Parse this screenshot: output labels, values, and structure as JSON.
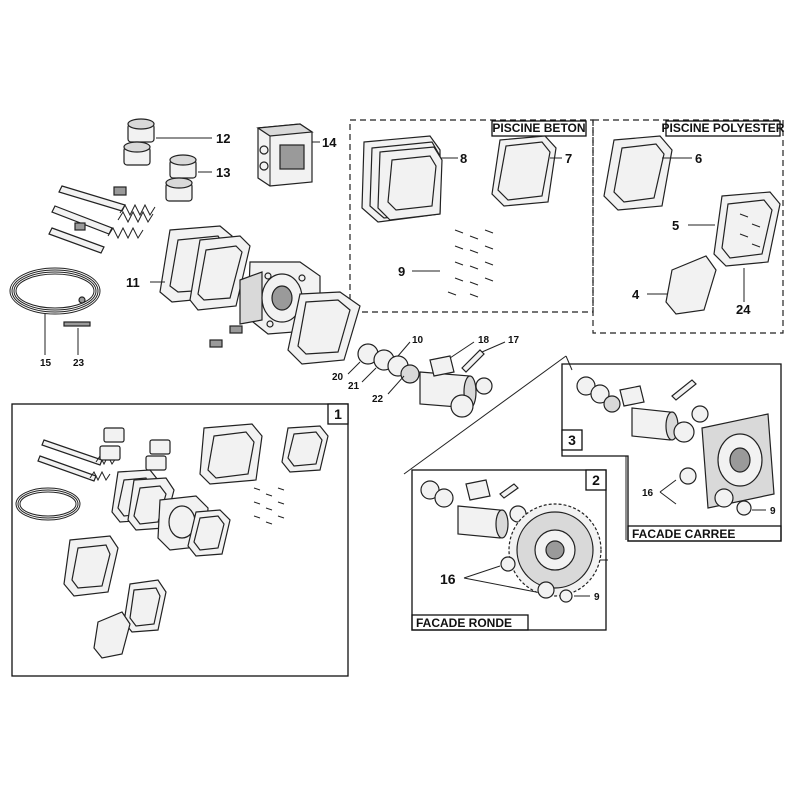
{
  "sections": {
    "beton": "PISCINE BETON",
    "polyester": "PISCINE POLYESTER",
    "facade_ronde": "FACADE RONDE",
    "facade_carree": "FACADE CARREE"
  },
  "panels": {
    "p1": "1",
    "p2": "2",
    "p3": "3"
  },
  "parts": {
    "p4": "4",
    "p5": "5",
    "p6": "6",
    "p7": "7",
    "p8": "8",
    "p9": "9",
    "p10": "10",
    "p11": "11",
    "p12": "12",
    "p13": "13",
    "p14": "14",
    "p15": "15",
    "p16": "16",
    "p17": "17",
    "p18": "18",
    "p20": "20",
    "p21": "21",
    "p22": "22",
    "p23": "23",
    "p24": "24"
  }
}
